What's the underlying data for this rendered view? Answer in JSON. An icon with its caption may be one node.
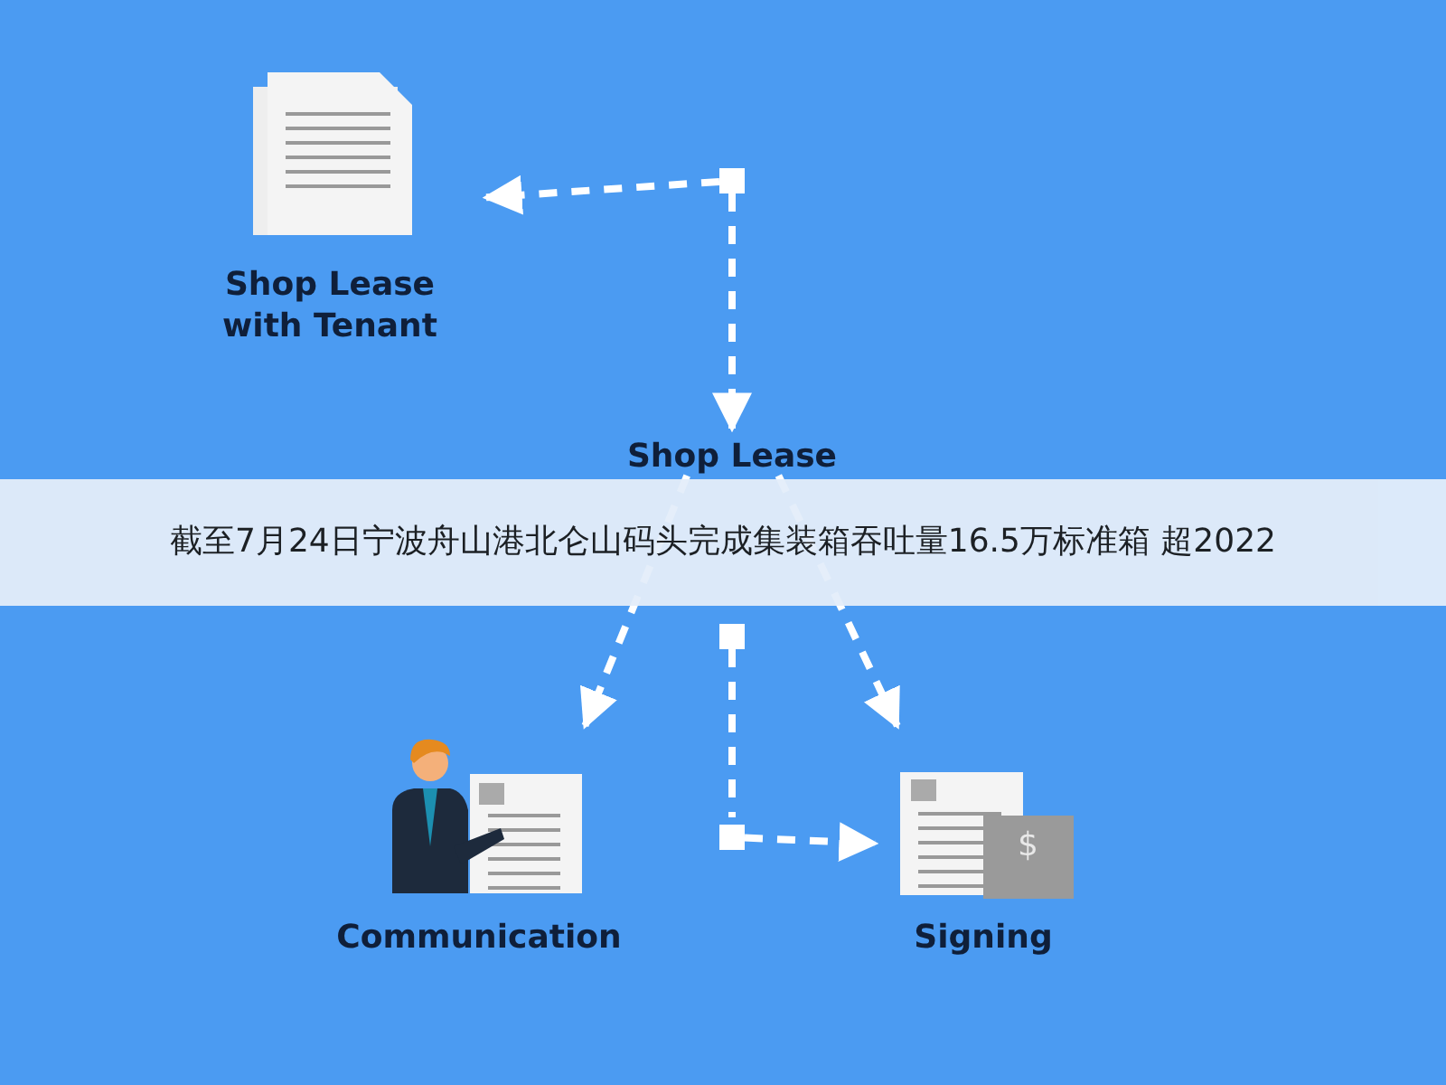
{
  "diagram": {
    "nodes": [
      {
        "text": [],
        "shape": "box"
      },
      {
        "text": [
          "Shop Lease with Tenant"
        ]
      },
      {
        "text": [
          "Shop Lease"
        ]
      },
      {
        "text": [],
        "shape": "box"
      },
      {
        "text": [
          "Communication"
        ]
      },
      {
        "text": [],
        "shape": "box"
      },
      {
        "text": [
          "Signing"
        ]
      }
    ],
    "edges": [
      {
        "from": 0,
        "to": 1,
        "arrow": "to",
        "style": "dashed"
      },
      {
        "from": 0,
        "to": 2,
        "arrow": "to",
        "style": "dashed"
      },
      {
        "from": 2,
        "to": 4,
        "arrow": "to",
        "style": "dashed"
      },
      {
        "from": 2,
        "to": 6,
        "arrow": "to",
        "style": "dashed"
      },
      {
        "from": 3,
        "to": 5,
        "arrow": "none",
        "style": "dashed"
      },
      {
        "from": 5,
        "to": 6,
        "arrow": "to",
        "style": "dashed"
      }
    ],
    "labels": [
      "截至7月24日宁波舟山港北仑山码头完成集装箱吞吐量16.5万标准箱 超2022",
      "$"
    ]
  }
}
